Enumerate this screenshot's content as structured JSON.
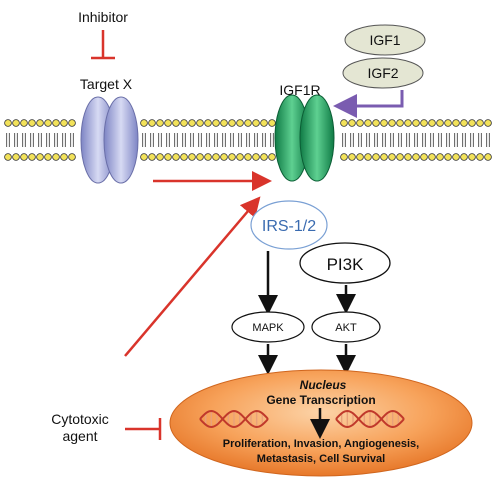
{
  "labels": {
    "inhibitor": "Inhibitor",
    "target_x": "Target X",
    "igf1r": "IGF1R",
    "igf1": "IGF1",
    "igf2": "IGF2",
    "irs": "IRS-1/2",
    "pi3k": "PI3K",
    "mapk": "MAPK",
    "akt": "AKT",
    "cytotoxic_line1": "Cytotoxic",
    "cytotoxic_line2": "agent",
    "nucleus": "Nucleus",
    "gene_transcription": "Gene Transcription",
    "outcomes_line1": "Proliferation, Invasion, Angiogenesis,",
    "outcomes_line2": "Metastasis, Cell Survival"
  },
  "colors": {
    "inhibitor_red": "#d9342b",
    "arrow_red": "#d9342b",
    "target_x_fill": "#a7acdc",
    "igf1r_fill": "#1f9a5c",
    "ligand_fill": "#e4e6d3",
    "irs_text": "#3a6bb0",
    "purple_arrow": "#7a5cb0",
    "membrane_head": "#f2e25a",
    "nucleus_fill": "#f59a4a",
    "dna_red": "#c0392b"
  },
  "icons": {
    "membrane": "lipid-bilayer-icon",
    "dna": "dna-helix-icon"
  }
}
